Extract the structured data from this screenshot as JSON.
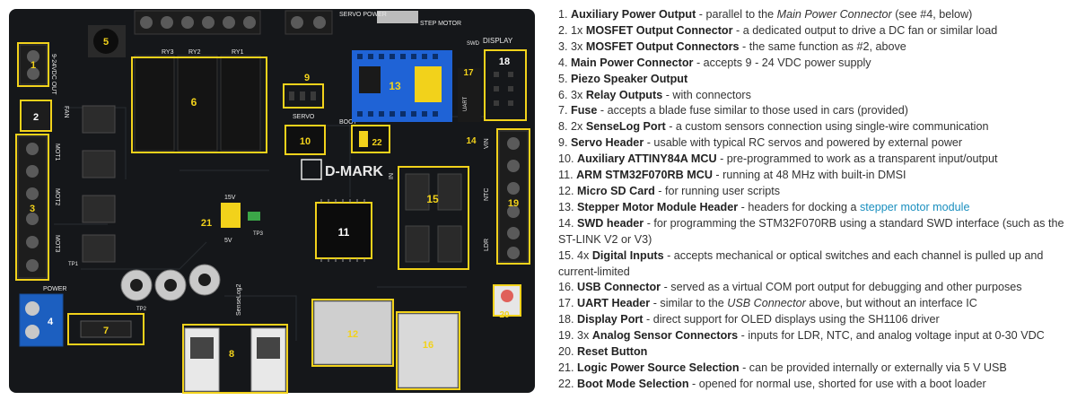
{
  "board": {
    "brand_text": "D-MARK",
    "silkscreen": {
      "servo_power": "SERVO POWER",
      "step_motor": "STEP MOTOR",
      "display": "DISPLAY",
      "power": "POWER",
      "aux_out": "9-24VDC OUT",
      "fan": "FAN",
      "servo": "SERVO",
      "boot": "BOOT",
      "uart": "UART",
      "swd": "SWD",
      "ry3": "RY3",
      "ry2": "RY2",
      "ry1": "RY1",
      "in": "IN",
      "vin": "VIN",
      "ntc": "NTC",
      "ldr": "LDR",
      "v15": "15V",
      "v5": "5V",
      "senselog2": "SenseLog2",
      "mot1": "MOT1",
      "mot2": "MOT2",
      "mot3": "MOT3",
      "tp1": "TP1",
      "tp2": "TP2",
      "tp3": "TP3"
    },
    "labels": [
      "1",
      "2",
      "3",
      "4",
      "5",
      "6",
      "7",
      "8",
      "9",
      "10",
      "11",
      "12",
      "13",
      "14",
      "15",
      "16",
      "17",
      "18",
      "19",
      "20",
      "21",
      "22"
    ]
  },
  "features": [
    {
      "num": "1.",
      "name": "Auxiliary Power Output",
      "rest": [
        {
          "t": " - parallel to the "
        },
        {
          "t": "Main Power Connector",
          "i": true
        },
        {
          "t": " (see #4, below)"
        }
      ]
    },
    {
      "num": "2.",
      "name": "",
      "rest": [
        {
          "t": "1x "
        },
        {
          "t": "MOSFET Output Connector",
          "b": true
        },
        {
          "t": " - a dedicated output to drive a DC fan or similar load"
        }
      ]
    },
    {
      "num": "3.",
      "name": "",
      "rest": [
        {
          "t": "3x "
        },
        {
          "t": "MOSFET Output Connectors",
          "b": true
        },
        {
          "t": " - the same function as #2, above"
        }
      ]
    },
    {
      "num": "4.",
      "name": "Main Power Connector",
      "rest": [
        {
          "t": " - accepts 9 - 24 VDC power supply"
        }
      ]
    },
    {
      "num": "5.",
      "name": "Piezo Speaker Output",
      "rest": []
    },
    {
      "num": "6.",
      "name": "",
      "rest": [
        {
          "t": "3x "
        },
        {
          "t": "Relay Outputs",
          "b": true
        },
        {
          "t": " - with connectors"
        }
      ]
    },
    {
      "num": "7.",
      "name": "Fuse",
      "rest": [
        {
          "t": " - accepts a blade fuse similar to those used in cars (provided)"
        }
      ]
    },
    {
      "num": "8.",
      "name": "",
      "rest": [
        {
          "t": "2x "
        },
        {
          "t": "SenseLog Port",
          "b": true
        },
        {
          "t": " - a custom sensors connection using single-wire communication"
        }
      ]
    },
    {
      "num": "9.",
      "name": "Servo Header",
      "rest": [
        {
          "t": " - usable with typical RC servos and powered by external power"
        }
      ]
    },
    {
      "num": "10.",
      "name": "Auxiliary ATTINY84A MCU",
      "rest": [
        {
          "t": " - pre-programmed to work as a transparent input/output"
        }
      ]
    },
    {
      "num": "11.",
      "name": "ARM STM32F070RB MCU",
      "rest": [
        {
          "t": " - running at 48 MHz with built-in DMSI"
        }
      ]
    },
    {
      "num": "12.",
      "name": "Micro SD Card",
      "rest": [
        {
          "t": " - for running user scripts"
        }
      ]
    },
    {
      "num": "13.",
      "name": "Stepper Motor Module Header",
      "rest": [
        {
          "t": " - headers for docking a "
        },
        {
          "t": "stepper motor module",
          "l": true
        }
      ]
    },
    {
      "num": "14.",
      "name": "SWD header",
      "rest": [
        {
          "t": " - for programming the STM32F070RB using a standard SWD interface (such as the ST-LINK V2 or V3)"
        }
      ]
    },
    {
      "num": "15.",
      "name": "",
      "rest": [
        {
          "t": "4x "
        },
        {
          "t": "Digital Inputs",
          "b": true
        },
        {
          "t": " - accepts mechanical or optical switches and each channel is pulled up and current-limited"
        }
      ]
    },
    {
      "num": "16.",
      "name": "USB Connector",
      "rest": [
        {
          "t": " - served as a virtual COM port output for debugging and other purposes"
        }
      ]
    },
    {
      "num": "17.",
      "name": "UART Header",
      "rest": [
        {
          "t": " - similar to the "
        },
        {
          "t": "USB Connector",
          "i": true
        },
        {
          "t": " above, but without an interface IC"
        }
      ]
    },
    {
      "num": "18.",
      "name": "Display Port",
      "rest": [
        {
          "t": " - direct support for OLED displays using the SH1106 driver"
        }
      ]
    },
    {
      "num": "19.",
      "name": "",
      "rest": [
        {
          "t": "3x "
        },
        {
          "t": "Analog Sensor Connectors",
          "b": true
        },
        {
          "t": " - inputs for LDR, NTC, and analog voltage input at 0-30 VDC"
        }
      ]
    },
    {
      "num": "20.",
      "name": "Reset Button",
      "rest": []
    },
    {
      "num": "21.",
      "name": "Logic Power Source Selection",
      "rest": [
        {
          "t": " - can be provided internally or externally via 5 V USB"
        }
      ]
    },
    {
      "num": "22.",
      "name": "Boot Mode Selection",
      "rest": [
        {
          "t": " - opened for normal use, shorted for use with a boot loader"
        }
      ]
    }
  ],
  "colors": {
    "pcb": "#15171a",
    "highlight": "#f2d21b",
    "terminal_black": "#1d1d1d",
    "terminal_blue": "#1c5fc0",
    "header_blue": "#1f63d6",
    "link": "#1a8fbf"
  }
}
